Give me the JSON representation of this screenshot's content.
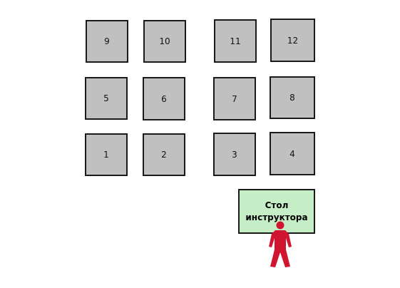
{
  "seats": [
    {
      "label": "9"
    },
    {
      "label": "10"
    },
    {
      "label": "11"
    },
    {
      "label": "12"
    },
    {
      "label": "5"
    },
    {
      "label": "6"
    },
    {
      "label": "7"
    },
    {
      "label": "8"
    },
    {
      "label": "1"
    },
    {
      "label": "2"
    },
    {
      "label": "3"
    },
    {
      "label": "4"
    }
  ],
  "desk": {
    "line1": "Стол",
    "line2": "инструктора"
  },
  "colors": {
    "seat_fill": "#c0c0c0",
    "desk_fill": "#c6eec6",
    "instructor": "#d01530"
  },
  "icons": {
    "instructor": "person-icon"
  }
}
